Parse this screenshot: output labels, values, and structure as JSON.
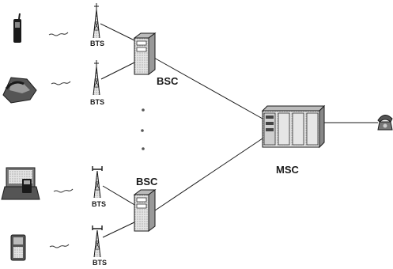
{
  "labels": {
    "bts": [
      "BTS",
      "BTS",
      "BTS",
      "BTS"
    ],
    "bsc": [
      "BSC",
      "BSC"
    ],
    "msc": "MSC"
  },
  "devices": [
    {
      "kind": "mobile-phone-icon"
    },
    {
      "kind": "car-phone-icon"
    },
    {
      "kind": "laptop-icon"
    },
    {
      "kind": "handheld-phone-icon"
    }
  ],
  "colors": {
    "ink": "#1a1a1a",
    "equipment": "#d8d8d8",
    "background": "#ffffff"
  }
}
